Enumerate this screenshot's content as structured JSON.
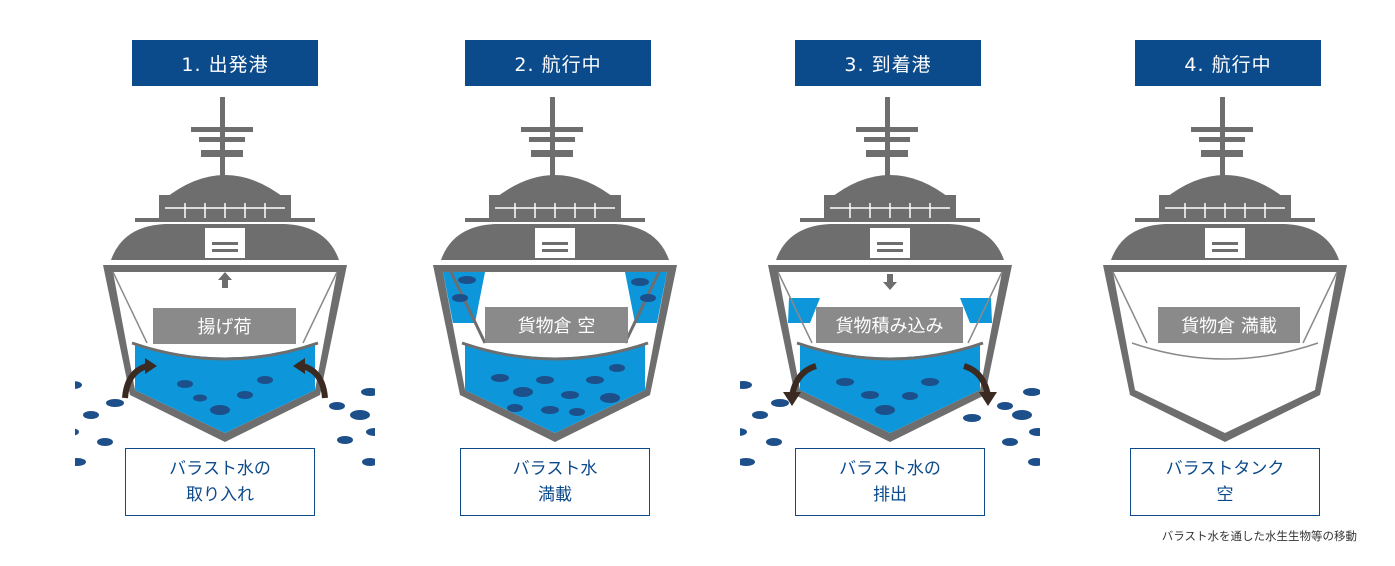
{
  "panels": [
    {
      "title": "1. 出発港",
      "hold_label": "揚げ荷",
      "caption_lines": [
        "バラスト水の",
        "取り入れ"
      ]
    },
    {
      "title": "2. 航行中",
      "hold_label": "貨物倉 空",
      "caption_lines": [
        "バラスト水",
        "満載"
      ]
    },
    {
      "title": "3. 到着港",
      "hold_label": "貨物積み込み",
      "caption_lines": [
        "バラスト水の",
        "排出"
      ]
    },
    {
      "title": "4. 航行中",
      "hold_label": "貨物倉 満載",
      "caption_lines": [
        "バラストタンク",
        "空"
      ]
    }
  ],
  "footnote": "バラスト水を通した水生生物等の移動",
  "colors": {
    "title_bg": "#0b4a8b",
    "ship_gray": "#6e6e6e",
    "water": "#0d96d9",
    "fish": "#1d4f8a",
    "arrow": "#3a2a22"
  }
}
